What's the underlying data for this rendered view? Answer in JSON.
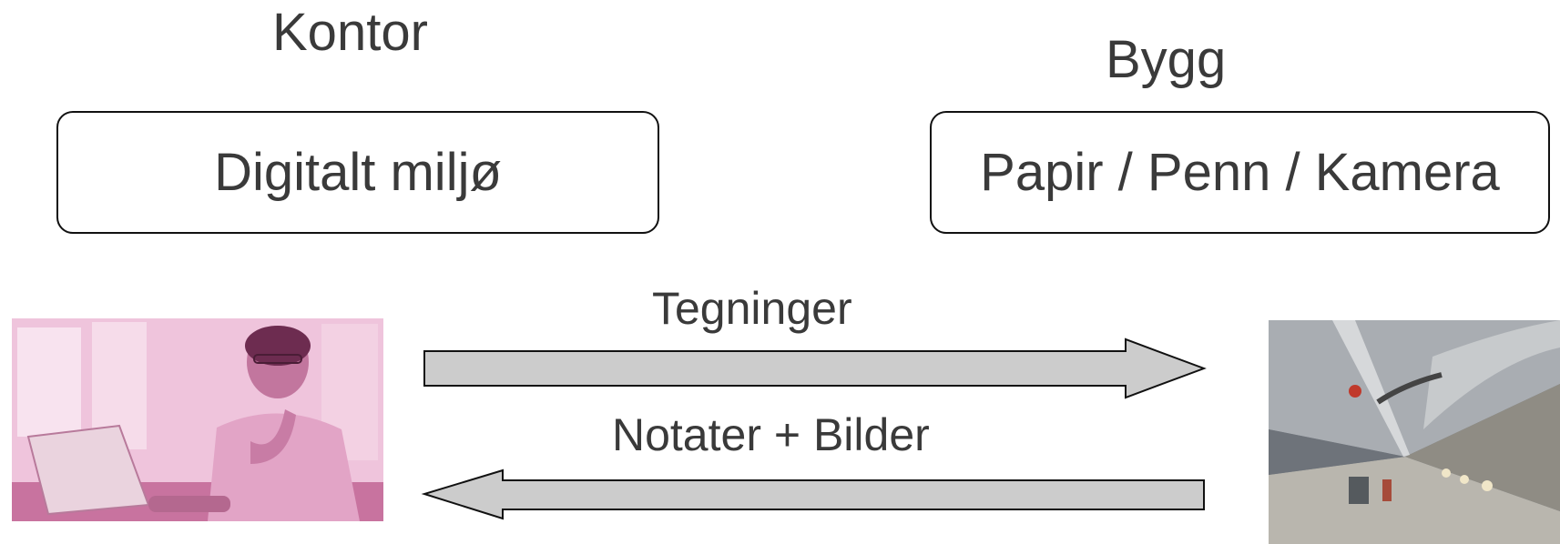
{
  "columns": {
    "left_title": "Kontor",
    "right_title": "Bygg"
  },
  "boxes": {
    "left": "Digitalt miljø",
    "right": "Papir / Penn / Kamera"
  },
  "arrows": {
    "forward_label": "Tegninger",
    "backward_label": "Notater + Bilder"
  },
  "colors": {
    "text": "#3a3a3a",
    "arrow_fill": "#cccccc",
    "arrow_stroke": "#111111",
    "office_tint": "#d88db7"
  },
  "icons": {
    "left_image": "office-worker-photo",
    "right_image": "construction-site-photo"
  }
}
